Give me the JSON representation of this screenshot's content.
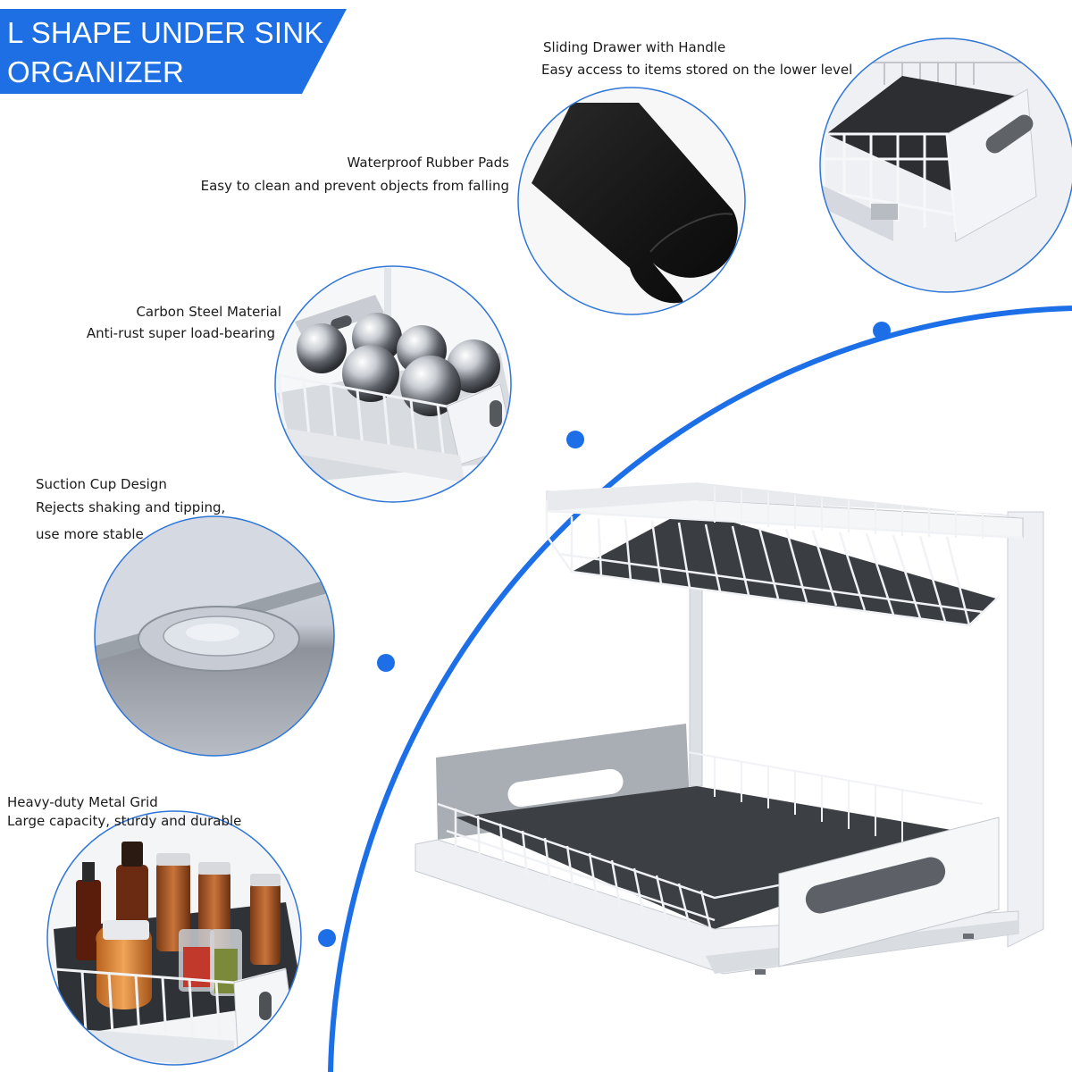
{
  "banner": {
    "line1": "L SHAPE UNDER SINK",
    "line2": "ORGANIZER"
  },
  "features": {
    "drawer": {
      "title": "Sliding Drawer with Handle",
      "desc": "Easy access to items stored on the lower level"
    },
    "pads": {
      "title": "Waterproof Rubber Pads",
      "desc": "Easy to clean and prevent objects from falling"
    },
    "steel": {
      "title": "Carbon Steel Material",
      "desc": "Anti-rust super load-bearing"
    },
    "suction": {
      "title": "Suction Cup Design",
      "desc1": "Rejects shaking and tipping,",
      "desc2": "use more stable"
    },
    "grid": {
      "title": "Heavy-duty Metal Grid",
      "desc": "Large capacity, sturdy and durable"
    }
  },
  "colors": {
    "accent_blue": "#1e6fe3",
    "circle_border": "#2f76d8",
    "rack_white": "#f4f5f8",
    "mat_dark": "#3c3f44"
  }
}
